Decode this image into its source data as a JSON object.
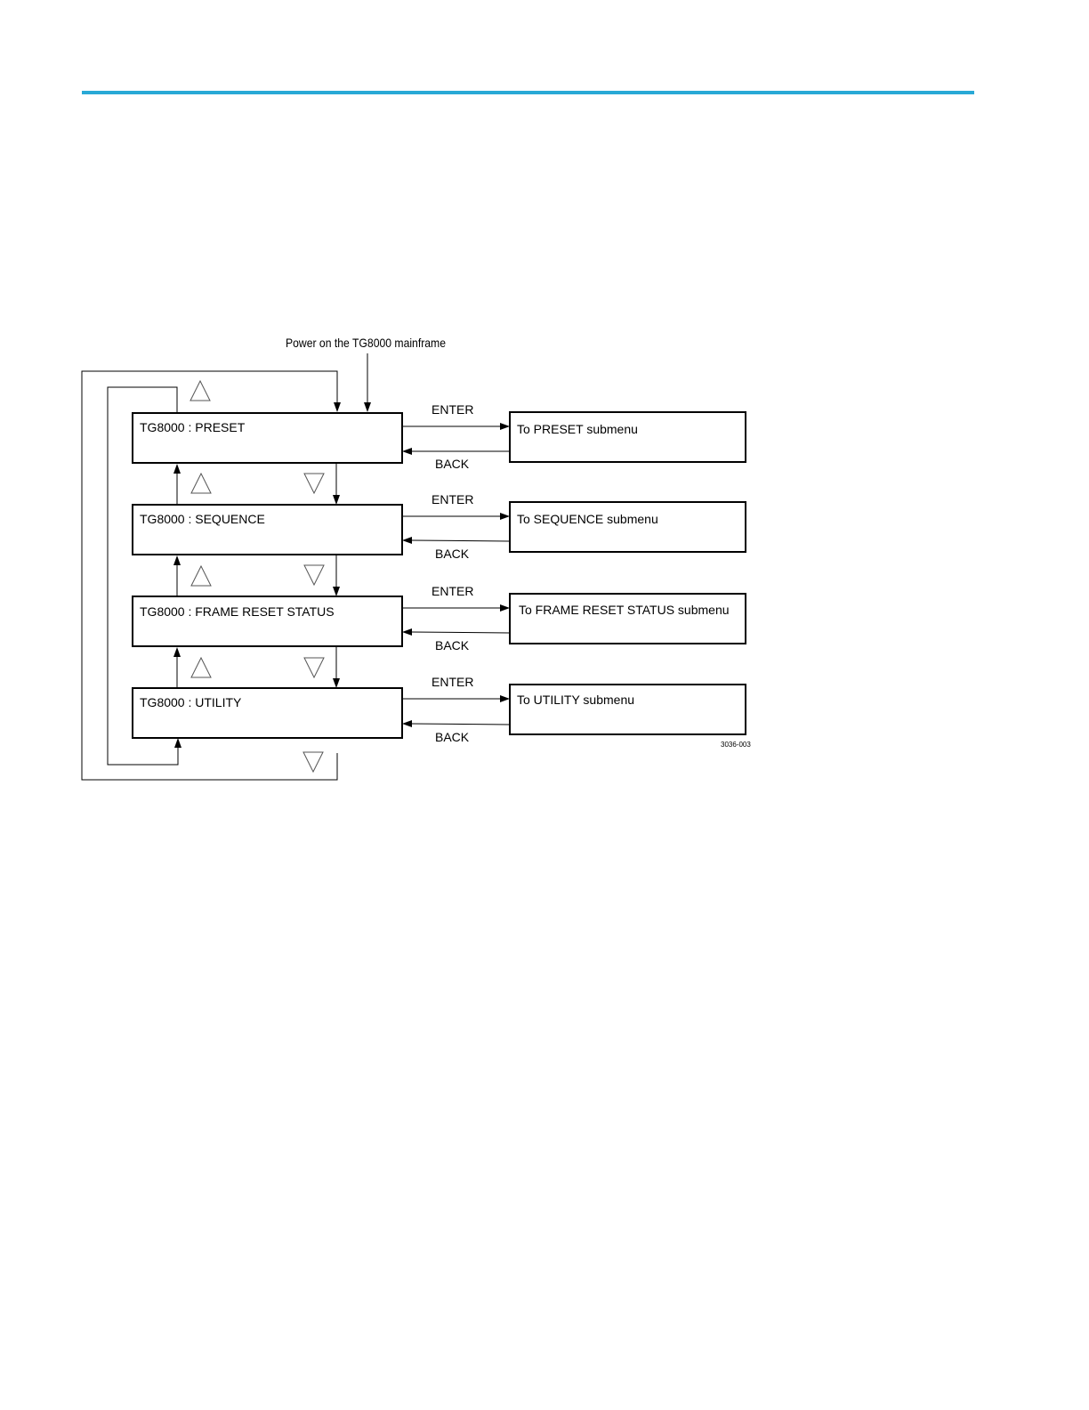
{
  "diagram": {
    "start_label": "Power on the TG8000 mainframe",
    "menus": [
      {
        "label": "TG8000 : PRESET",
        "submenu": "To PRESET submenu"
      },
      {
        "label": "TG8000 : SEQUENCE",
        "submenu": "To SEQUENCE submenu"
      },
      {
        "label": "TG8000 :  FRAME RESET STATUS",
        "submenu": "To FRAME RESET STATUS submenu"
      },
      {
        "label": "TG8000 : UTILITY",
        "submenu": "To UTILITY submenu"
      }
    ],
    "enter_label": "ENTER",
    "back_label": "BACK",
    "figure_id": "3036-003"
  },
  "colors": {
    "header_rule": "#29a9d6"
  }
}
